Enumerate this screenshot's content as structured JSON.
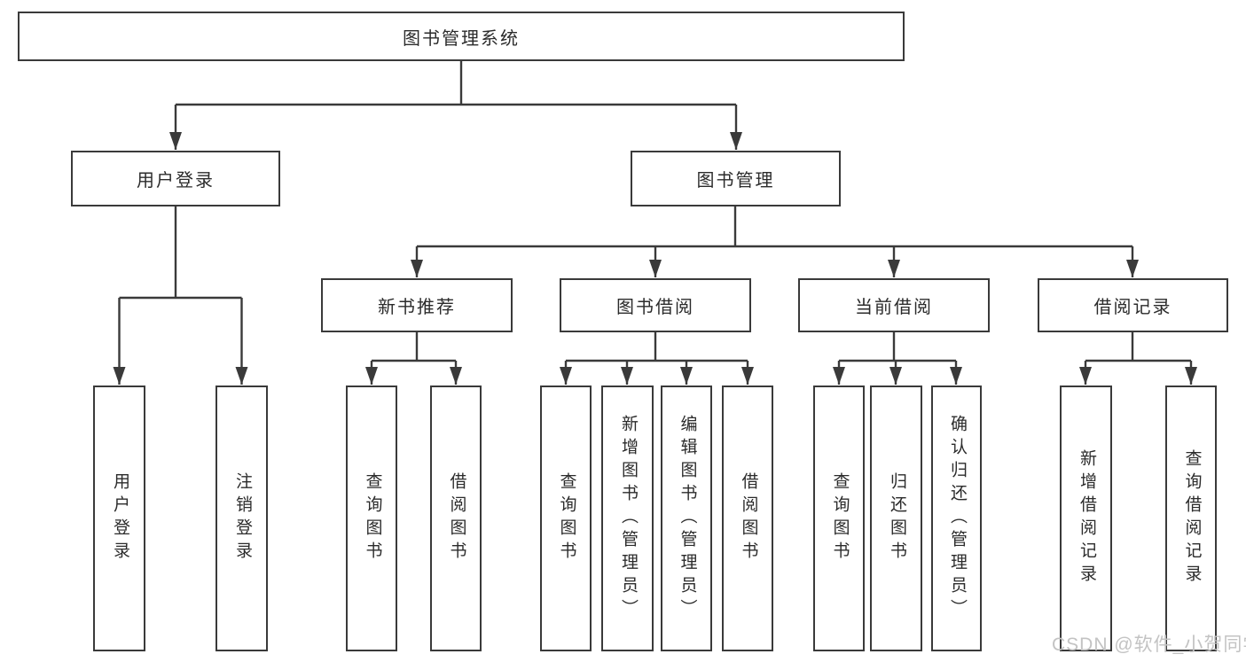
{
  "title": "图书管理系统",
  "watermark": "CSDN @软件_小贺同学",
  "colors": {
    "line": "#3a3a3a",
    "text": "#2b2b2b",
    "watermark": "#c3c3c3",
    "background": "#ffffff"
  },
  "hierarchy": {
    "label": "图书管理系统",
    "children": [
      {
        "label": "用户登录",
        "children": [
          {
            "label": "用户登录"
          },
          {
            "label": "注销登录"
          }
        ]
      },
      {
        "label": "图书管理",
        "children": [
          {
            "label": "新书推荐",
            "children": [
              {
                "label": "查询图书"
              },
              {
                "label": "借阅图书"
              }
            ]
          },
          {
            "label": "图书借阅",
            "children": [
              {
                "label": "查询图书"
              },
              {
                "label": "新增图书（管理员）"
              },
              {
                "label": "编辑图书（管理员）"
              },
              {
                "label": "借阅图书"
              }
            ]
          },
          {
            "label": "当前借阅",
            "children": [
              {
                "label": "查询图书"
              },
              {
                "label": "归还图书"
              },
              {
                "label": "确认归还（管理员）"
              }
            ]
          },
          {
            "label": "借阅记录",
            "children": [
              {
                "label": "新增借阅记录"
              },
              {
                "label": "查询借阅记录"
              }
            ]
          }
        ]
      }
    ]
  }
}
